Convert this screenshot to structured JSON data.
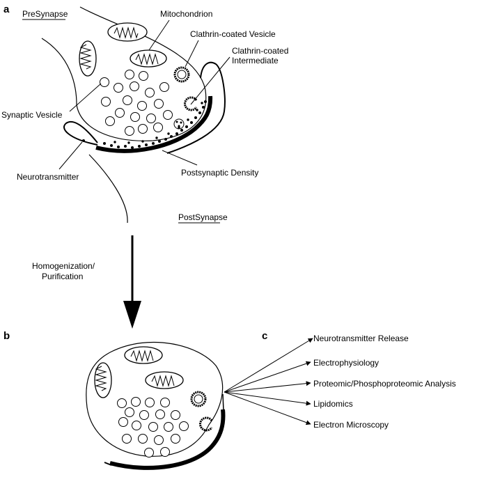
{
  "panels": {
    "a": "a",
    "b": "b",
    "c": "c"
  },
  "presynapse_label": "PreSynapse",
  "postsynapse_label": "PostSynapse",
  "labels": {
    "mitochondrion": "Mitochondrion",
    "clathrin_vesicle": "Clathrin-coated Vesicle",
    "clathrin_intermediate_1": "Clathrin-coated",
    "clathrin_intermediate_2": "Intermediate",
    "synaptic_vesicle": "Synaptic Vesicle",
    "neurotransmitter": "Neurotransmitter",
    "postsynaptic_density": "Postsynaptic Density"
  },
  "process": {
    "line1": "Homogenization/",
    "line2": "Purification"
  },
  "analyses": [
    "Neurotransmitter Release",
    "Electrophysiology",
    "Proteomic/Phosphoproteomic Analysis",
    "Lipidomics",
    "Electron Microscopy"
  ]
}
